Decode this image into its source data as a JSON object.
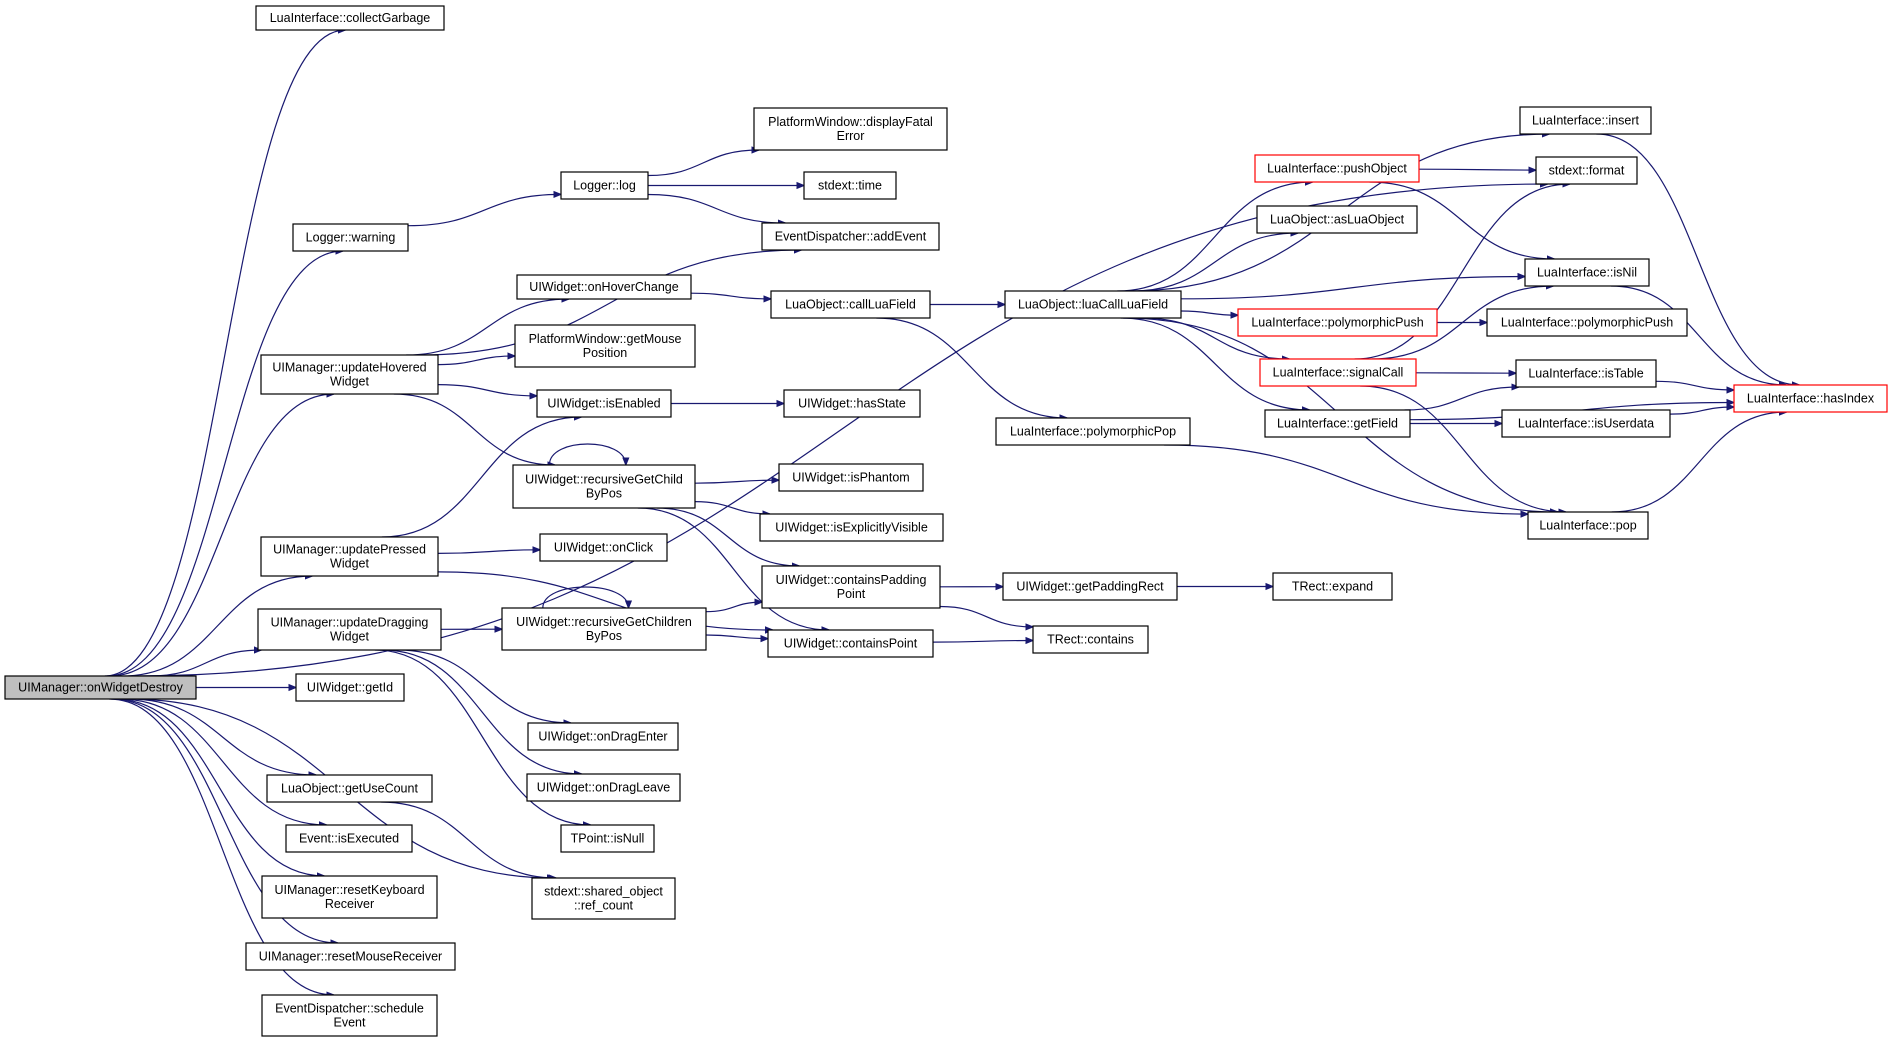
{
  "graph": {
    "edge_color": "#191970",
    "highlight_color": "#ff0000",
    "root_fill": "#bfbfbf",
    "nodes": [
      {
        "id": "root",
        "lines": [
          "UIManager::onWidgetDestroy"
        ],
        "style": "root"
      },
      {
        "id": "collectGarbage",
        "lines": [
          "LuaInterface::collectGarbage"
        ]
      },
      {
        "id": "warning",
        "lines": [
          "Logger::warning"
        ]
      },
      {
        "id": "log",
        "lines": [
          "Logger::log"
        ]
      },
      {
        "id": "displayFatal",
        "lines": [
          "PlatformWindow::displayFatal",
          "Error"
        ]
      },
      {
        "id": "time",
        "lines": [
          "stdext::time"
        ]
      },
      {
        "id": "addEvent",
        "lines": [
          "EventDispatcher::addEvent"
        ]
      },
      {
        "id": "onHoverChange",
        "lines": [
          "UIWidget::onHoverChange"
        ]
      },
      {
        "id": "getMousePosition",
        "lines": [
          "PlatformWindow::getMouse",
          "Position"
        ]
      },
      {
        "id": "updateHovered",
        "lines": [
          "UIManager::updateHovered",
          "Widget"
        ]
      },
      {
        "id": "isEnabled",
        "lines": [
          "UIWidget::isEnabled"
        ]
      },
      {
        "id": "hasState",
        "lines": [
          "UIWidget::hasState"
        ]
      },
      {
        "id": "recursiveGetChild",
        "lines": [
          "UIWidget::recursiveGetChild",
          "ByPos"
        ]
      },
      {
        "id": "isPhantom",
        "lines": [
          "UIWidget::isPhantom"
        ]
      },
      {
        "id": "isExplicitlyVisible",
        "lines": [
          "UIWidget::isExplicitlyVisible"
        ]
      },
      {
        "id": "updatePressed",
        "lines": [
          "UIManager::updatePressed",
          "Widget"
        ]
      },
      {
        "id": "onClick",
        "lines": [
          "UIWidget::onClick"
        ]
      },
      {
        "id": "containsPaddingPoint",
        "lines": [
          "UIWidget::containsPadding",
          "Point"
        ]
      },
      {
        "id": "getPaddingRect",
        "lines": [
          "UIWidget::getPaddingRect"
        ]
      },
      {
        "id": "expand",
        "lines": [
          "TRect::expand"
        ]
      },
      {
        "id": "updateDragging",
        "lines": [
          "UIManager::updateDragging",
          "Widget"
        ]
      },
      {
        "id": "recursiveGetChildren",
        "lines": [
          "UIWidget::recursiveGetChildren",
          "ByPos"
        ]
      },
      {
        "id": "containsPoint",
        "lines": [
          "UIWidget::containsPoint"
        ]
      },
      {
        "id": "contains",
        "lines": [
          "TRect::contains"
        ]
      },
      {
        "id": "getId",
        "lines": [
          "UIWidget::getId"
        ]
      },
      {
        "id": "onDragEnter",
        "lines": [
          "UIWidget::onDragEnter"
        ]
      },
      {
        "id": "onDragLeave",
        "lines": [
          "UIWidget::onDragLeave"
        ]
      },
      {
        "id": "getUseCount",
        "lines": [
          "LuaObject::getUseCount"
        ]
      },
      {
        "id": "isNull",
        "lines": [
          "TPoint::isNull"
        ]
      },
      {
        "id": "isExecuted",
        "lines": [
          "Event::isExecuted"
        ]
      },
      {
        "id": "resetKeyboard",
        "lines": [
          "UIManager::resetKeyboard",
          "Receiver"
        ]
      },
      {
        "id": "refCount",
        "lines": [
          "stdext::shared_object",
          "::ref_count"
        ]
      },
      {
        "id": "resetMouse",
        "lines": [
          "UIManager::resetMouseReceiver"
        ]
      },
      {
        "id": "scheduleEvent",
        "lines": [
          "EventDispatcher::schedule",
          "Event"
        ]
      },
      {
        "id": "callLuaField",
        "lines": [
          "LuaObject::callLuaField"
        ]
      },
      {
        "id": "luaCallLuaField",
        "lines": [
          "LuaObject::luaCallLuaField"
        ]
      },
      {
        "id": "polymorphicPop",
        "lines": [
          "LuaInterface::polymorphicPop"
        ]
      },
      {
        "id": "pushObject",
        "lines": [
          "LuaInterface::pushObject"
        ],
        "style": "red"
      },
      {
        "id": "asLuaObject",
        "lines": [
          "LuaObject::asLuaObject"
        ]
      },
      {
        "id": "polymorphicPushRed",
        "lines": [
          "LuaInterface::polymorphicPush"
        ],
        "style": "red"
      },
      {
        "id": "signalCall",
        "lines": [
          "LuaInterface::signalCall"
        ],
        "style": "red"
      },
      {
        "id": "getField",
        "lines": [
          "LuaInterface::getField"
        ]
      },
      {
        "id": "insert",
        "lines": [
          "LuaInterface::insert"
        ]
      },
      {
        "id": "format",
        "lines": [
          "stdext::format"
        ]
      },
      {
        "id": "isNil",
        "lines": [
          "LuaInterface::isNil"
        ]
      },
      {
        "id": "polymorphicPush",
        "lines": [
          "LuaInterface::polymorphicPush"
        ]
      },
      {
        "id": "isTable",
        "lines": [
          "LuaInterface::isTable"
        ]
      },
      {
        "id": "isUserdata",
        "lines": [
          "LuaInterface::isUserdata"
        ]
      },
      {
        "id": "pop",
        "lines": [
          "LuaInterface::pop"
        ]
      },
      {
        "id": "hasIndex",
        "lines": [
          "LuaInterface::hasIndex"
        ],
        "style": "red"
      }
    ],
    "edges": [
      [
        "root",
        "collectGarbage"
      ],
      [
        "root",
        "format"
      ],
      [
        "root",
        "warning"
      ],
      [
        "root",
        "updateHovered"
      ],
      [
        "root",
        "updatePressed"
      ],
      [
        "root",
        "updateDragging"
      ],
      [
        "root",
        "getId"
      ],
      [
        "root",
        "getUseCount"
      ],
      [
        "root",
        "refCount"
      ],
      [
        "root",
        "isExecuted"
      ],
      [
        "root",
        "resetKeyboard"
      ],
      [
        "root",
        "resetMouse"
      ],
      [
        "root",
        "scheduleEvent"
      ],
      [
        "warning",
        "log"
      ],
      [
        "log",
        "displayFatal"
      ],
      [
        "log",
        "time"
      ],
      [
        "log",
        "addEvent"
      ],
      [
        "updateHovered",
        "addEvent"
      ],
      [
        "updateHovered",
        "onHoverChange"
      ],
      [
        "updateHovered",
        "getMousePosition"
      ],
      [
        "updateHovered",
        "isEnabled"
      ],
      [
        "updateHovered",
        "recursiveGetChild"
      ],
      [
        "onHoverChange",
        "callLuaField"
      ],
      [
        "isEnabled",
        "hasState"
      ],
      [
        "recursiveGetChild",
        "recursiveGetChild"
      ],
      [
        "recursiveGetChild",
        "isPhantom"
      ],
      [
        "recursiveGetChild",
        "isExplicitlyVisible"
      ],
      [
        "recursiveGetChild",
        "containsPaddingPoint"
      ],
      [
        "recursiveGetChild",
        "containsPoint"
      ],
      [
        "updatePressed",
        "isEnabled"
      ],
      [
        "updatePressed",
        "onClick"
      ],
      [
        "updatePressed",
        "containsPoint"
      ],
      [
        "updateDragging",
        "recursiveGetChildren"
      ],
      [
        "updateDragging",
        "onDragEnter"
      ],
      [
        "updateDragging",
        "onDragLeave"
      ],
      [
        "updateDragging",
        "isNull"
      ],
      [
        "recursiveGetChildren",
        "recursiveGetChildren"
      ],
      [
        "recursiveGetChildren",
        "containsPaddingPoint"
      ],
      [
        "recursiveGetChildren",
        "containsPoint"
      ],
      [
        "containsPaddingPoint",
        "getPaddingRect"
      ],
      [
        "containsPaddingPoint",
        "contains"
      ],
      [
        "getPaddingRect",
        "expand"
      ],
      [
        "containsPoint",
        "contains"
      ],
      [
        "getUseCount",
        "refCount"
      ],
      [
        "callLuaField",
        "luaCallLuaField"
      ],
      [
        "callLuaField",
        "polymorphicPop"
      ],
      [
        "luaCallLuaField",
        "insert"
      ],
      [
        "luaCallLuaField",
        "pushObject"
      ],
      [
        "luaCallLuaField",
        "asLuaObject"
      ],
      [
        "luaCallLuaField",
        "isNil"
      ],
      [
        "luaCallLuaField",
        "polymorphicPushRed"
      ],
      [
        "luaCallLuaField",
        "signalCall"
      ],
      [
        "luaCallLuaField",
        "getField"
      ],
      [
        "luaCallLuaField",
        "pop"
      ],
      [
        "polymorphicPop",
        "pop"
      ],
      [
        "pushObject",
        "format"
      ],
      [
        "pushObject",
        "isNil"
      ],
      [
        "polymorphicPushRed",
        "polymorphicPush"
      ],
      [
        "signalCall",
        "format"
      ],
      [
        "signalCall",
        "isNil"
      ],
      [
        "signalCall",
        "isTable"
      ],
      [
        "signalCall",
        "pop"
      ],
      [
        "getField",
        "isTable"
      ],
      [
        "getField",
        "isUserdata"
      ],
      [
        "getField",
        "hasIndex"
      ],
      [
        "insert",
        "hasIndex"
      ],
      [
        "isNil",
        "hasIndex"
      ],
      [
        "isTable",
        "hasIndex"
      ],
      [
        "isUserdata",
        "hasIndex"
      ],
      [
        "pop",
        "hasIndex"
      ]
    ]
  }
}
